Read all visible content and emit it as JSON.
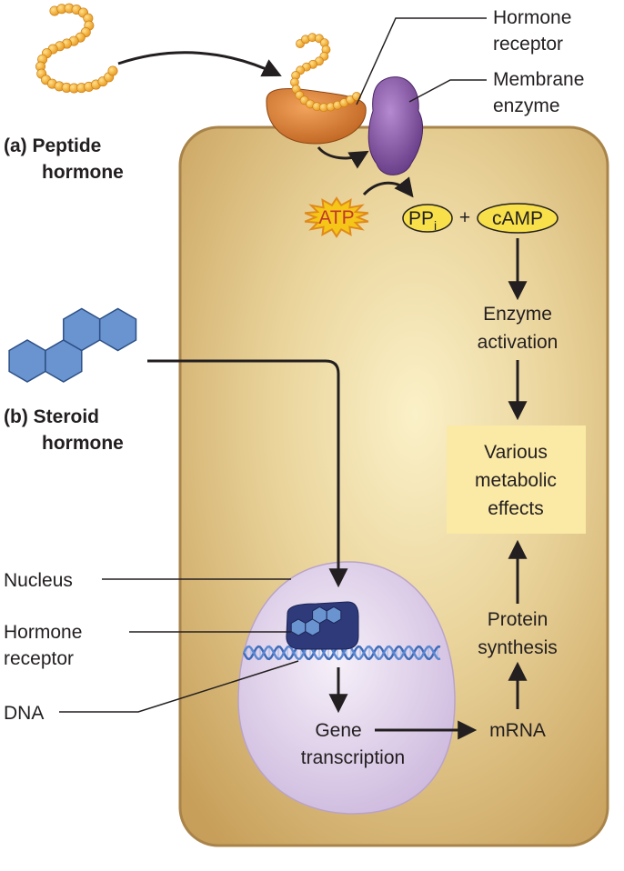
{
  "labels": {
    "hormone_receptor_top_line1": "Hormone",
    "hormone_receptor_top_line2": "receptor",
    "membrane_enzyme_line1": "Membrane",
    "membrane_enzyme_line2": "enzyme",
    "peptide_line1": "(a) Peptide",
    "peptide_line2": "hormone",
    "steroid_line1": "(b) Steroid",
    "steroid_line2": "hormone",
    "atp": "ATP",
    "ppi_main": "PP",
    "ppi_sub": "i",
    "plus": "+",
    "camp": "cAMP",
    "enzyme_activation_line1": "Enzyme",
    "enzyme_activation_line2": "activation",
    "effects_line1": "Various",
    "effects_line2": "metabolic",
    "effects_line3": "effects",
    "protein_synthesis_line1": "Protein",
    "protein_synthesis_line2": "synthesis",
    "nucleus": "Nucleus",
    "hormone_receptor_bottom_line1": "Hormone",
    "hormone_receptor_bottom_line2": "receptor",
    "dna": "DNA",
    "gene_transcription_line1": "Gene",
    "gene_transcription_line2": "transcription",
    "mrna": "mRNA"
  },
  "colors": {
    "cell": "#d9b776",
    "cell_border": "#b08a4a",
    "nucleus": "#e3d6ec",
    "peptide_bead": "#f5a623",
    "receptor_orange": "#d9782a",
    "membrane_enzyme": "#7b4a9a",
    "steroid_hex": "#6a94cf",
    "nuclear_receptor": "#2e3a7a",
    "dna": "#4a78c4",
    "effects_box": "#fbe9a6",
    "atp_burst": "#f5c518",
    "metabolite_oval": "#f7e04a"
  }
}
